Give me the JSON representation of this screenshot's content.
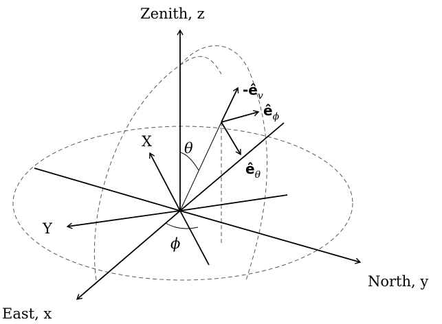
{
  "labels": {
    "zenith": "Zenith, z",
    "north": "North, y",
    "east": "East, x",
    "x_axis": "X",
    "y_axis": "Y",
    "theta": "θ",
    "phi": "ϕ",
    "e_phi_hat": "ê",
    "e_phi_sub": "ϕ",
    "e_theta_hat": "ê",
    "e_theta_sub": "θ",
    "e_v_hat": "-ê",
    "e_v_sub": "v"
  }
}
